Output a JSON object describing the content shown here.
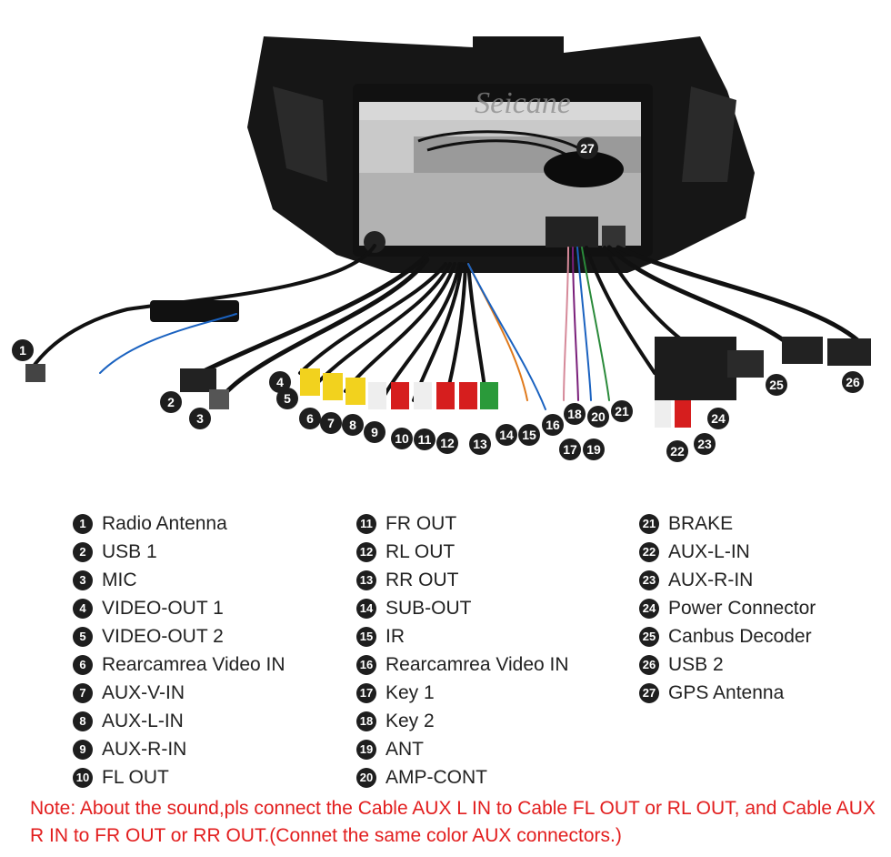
{
  "watermark": "Seicane",
  "legend": {
    "col1": [
      {
        "n": "1",
        "label": "Radio Antenna"
      },
      {
        "n": "2",
        "label": "USB 1"
      },
      {
        "n": "3",
        "label": "MIC"
      },
      {
        "n": "4",
        "label": "VIDEO-OUT 1"
      },
      {
        "n": "5",
        "label": "VIDEO-OUT 2"
      },
      {
        "n": "6",
        "label": "Rearcamrea Video IN"
      },
      {
        "n": "7",
        "label": "AUX-V-IN"
      },
      {
        "n": "8",
        "label": "AUX-L-IN"
      },
      {
        "n": "9",
        "label": "AUX-R-IN"
      },
      {
        "n": "10",
        "label": "FL OUT"
      }
    ],
    "col2": [
      {
        "n": "11",
        "label": "FR OUT"
      },
      {
        "n": "12",
        "label": "RL OUT"
      },
      {
        "n": "13",
        "label": "RR OUT"
      },
      {
        "n": "14",
        "label": "SUB-OUT"
      },
      {
        "n": "15",
        "label": "IR"
      },
      {
        "n": "16",
        "label": "Rearcamrea Video IN"
      },
      {
        "n": "17",
        "label": "Key 1"
      },
      {
        "n": "18",
        "label": "Key 2"
      },
      {
        "n": "19",
        "label": "ANT"
      },
      {
        "n": "20",
        "label": "AMP-CONT"
      }
    ],
    "col3": [
      {
        "n": "21",
        "label": "BRAKE"
      },
      {
        "n": "22",
        "label": "AUX-L-IN"
      },
      {
        "n": "23",
        "label": "AUX-R-IN"
      },
      {
        "n": "24",
        "label": "Power Connector"
      },
      {
        "n": "25",
        "label": "Canbus Decoder"
      },
      {
        "n": "26",
        "label": "USB 2"
      },
      {
        "n": "27",
        "label": "GPS Antenna"
      }
    ]
  },
  "note": "Note: About the sound,pls connect the Cable AUX L IN to Cable FL OUT or RL OUT, and Cable AUX R IN to FR OUT or RR OUT.(Connet the same color AUX connectors.)"
}
